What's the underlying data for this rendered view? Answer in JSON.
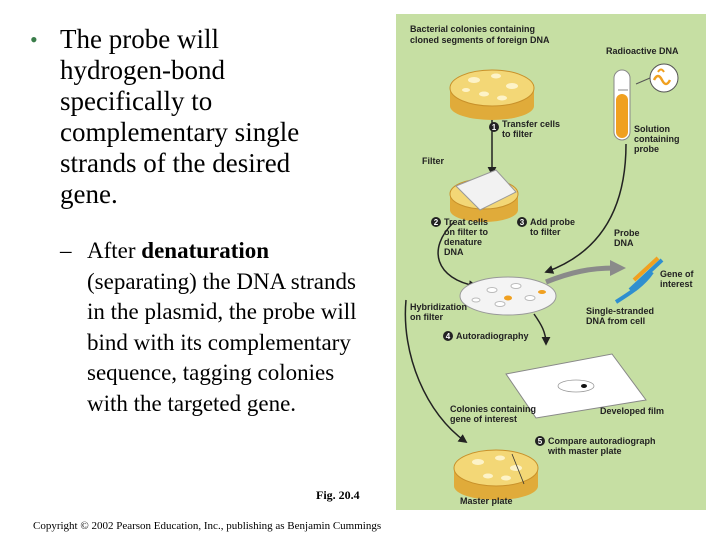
{
  "slide": {
    "bullet": "The probe will hydrogen-bond specifically to complementary single strands of the desired gene.",
    "sub_prefix": "After ",
    "sub_bold": "denaturation",
    "sub_rest": " (separating) the DNA strands in the plasmid, the probe will bind with its complementary sequence, tagging colonies with the targeted gene.",
    "fig_ref": "Fig. 20.4",
    "copyright": "Copyright © 2002 Pearson Education, Inc., publishing as Benjamin Cummings"
  },
  "diagram": {
    "colors": {
      "panel_bg": "#c6dfa3",
      "dish_yellow": "#f3d776",
      "dish_rim": "#e0ab3a",
      "probe_orange": "#f0a020",
      "arrow_gray": "#8a8a8a",
      "gene_blue": "#2f8fcf"
    },
    "labels": {
      "bacterial_colonies": [
        "Bacterial colonies containing",
        "cloned segments of foreign DNA"
      ],
      "radioactive_dna": "Radioactive DNA",
      "step1": [
        "Transfer cells",
        "to filter"
      ],
      "solution_probe": [
        "Solution",
        "containing",
        "probe"
      ],
      "filter": "Filter",
      "step2": [
        "Treat cells",
        "on filter to",
        "denature",
        "DNA"
      ],
      "step3": [
        "Add probe",
        "to filter"
      ],
      "probe_dna": [
        "Probe",
        "DNA"
      ],
      "gene_interest": [
        "Gene of",
        "interest"
      ],
      "hybridization": [
        "Hybridization",
        "on filter"
      ],
      "single_stranded": [
        "Single-stranded",
        "DNA from cell"
      ],
      "step4": "Autoradiography",
      "colonies_gene": [
        "Colonies containing",
        "gene of interest"
      ],
      "developed_film": "Developed film",
      "step5": [
        "Compare autoradiograph",
        "with master plate"
      ],
      "master_plate": "Master plate"
    },
    "step_numbers": [
      "1",
      "2",
      "3",
      "4",
      "5"
    ]
  }
}
